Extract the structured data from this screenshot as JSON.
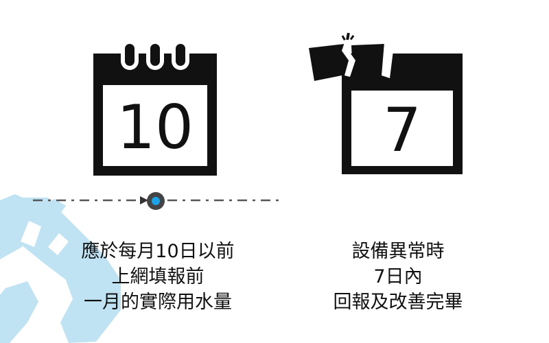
{
  "colors": {
    "ink": "#111111",
    "accent": "#1aa3e8",
    "shape": "#bfe3f3",
    "dash": "#555555"
  },
  "left_panel": {
    "calendar_number": "10",
    "caption_lines": [
      "應於每月10日以前",
      "上網填報前",
      "一月的實際用水量"
    ]
  },
  "right_panel": {
    "calendar_number": "7",
    "caption_lines": [
      "設備異常時",
      "7日內",
      "回報及改善完畢"
    ]
  },
  "icons": {
    "left": "calendar-icon",
    "right": "broken-calendar-icon",
    "marker": "timeline-marker-icon",
    "background": "water-drop-shape"
  }
}
